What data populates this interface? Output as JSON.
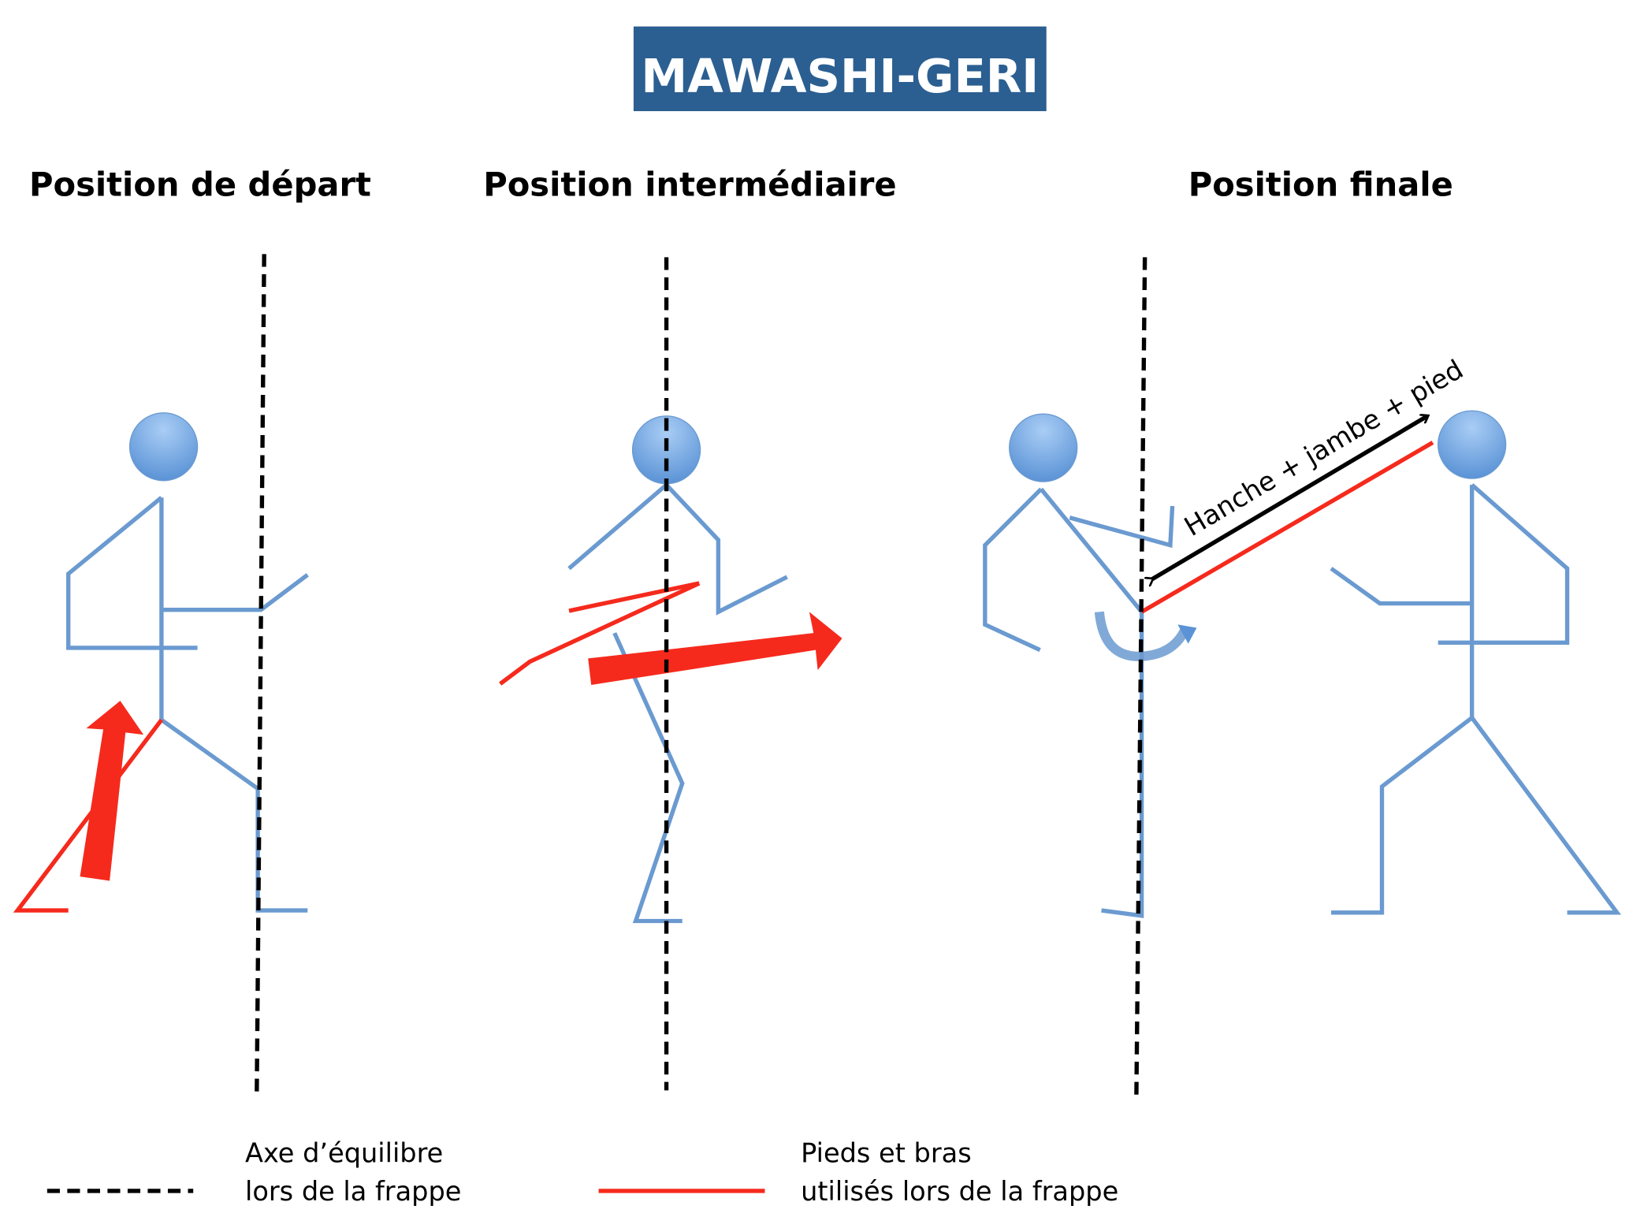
{
  "title": "MAWASHI-GERI",
  "headings": [
    "Position de départ",
    "Position intermédiaire",
    "Position finale"
  ],
  "annotation": "Hanche + jambe + pied",
  "legend": {
    "axis_line1": "Axe d’équilibre",
    "axis_line2": "lors de la frappe",
    "limbs_line1": "Pieds et bras",
    "limbs_line2": "utilisés lors de la frappe"
  },
  "colors": {
    "title_bg": "#2b5f91",
    "figure": "#6a9ad0",
    "strike": "#f52a1d",
    "axis": "#000000"
  }
}
